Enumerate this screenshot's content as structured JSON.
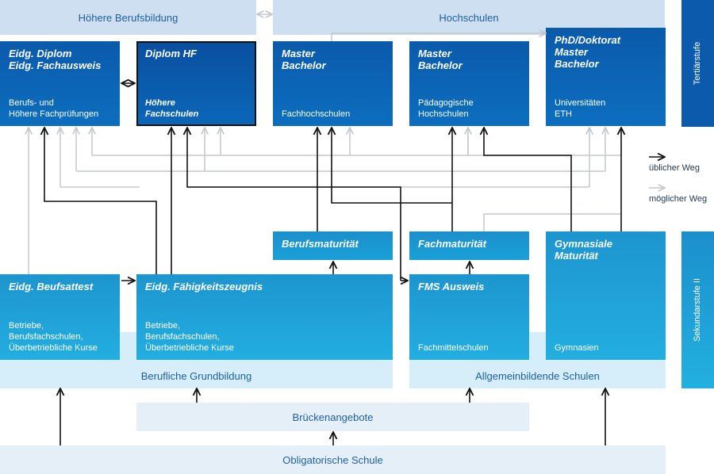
{
  "bands": {
    "hoehere_berufsbildung": "Höhere Berufsbildung",
    "hochschulen": "Hochschulen",
    "berufliche_grundbildung": "Berufliche Grundbildung",
    "allgemeinbildende_schulen": "Allgemeinbildende Schulen",
    "brueckenangebote": "Brückenangebote",
    "obligatorische_schule": "Obligatorische Schule"
  },
  "side_labels": {
    "tertiaerstufe": "Tertiärstufe",
    "sekundarstufe": "Sekundarstufe II"
  },
  "legend": {
    "ueblicher_weg": "üblicher Weg",
    "moeglicher_weg": "möglicher Weg"
  },
  "boxes": {
    "eidg_diplom": {
      "line1": "Eidg. Diplom",
      "line2": "Eidg. Fachausweis",
      "sub1": "Berufs- und",
      "sub2": "Höhere Fachprüfungen"
    },
    "diplom_hf": {
      "line1": "Diplom HF",
      "sub1": "Höhere",
      "sub2": "Fachschulen"
    },
    "fh": {
      "line1": "Master",
      "line2": "Bachelor",
      "sub1": "Fachhochschulen"
    },
    "ph": {
      "line1": "Master",
      "line2": "Bachelor",
      "sub1": "Pädagogische",
      "sub2": "Hochschulen"
    },
    "uni": {
      "line1": "PhD/Doktorat",
      "line2": "Master",
      "line3": "Bachelor",
      "sub1": "Universitäten",
      "sub2": "ETH"
    },
    "berufsmaturitaet": {
      "line1": "Berufsmaturität"
    },
    "fachmaturitaet": {
      "line1": "Fachmaturität"
    },
    "gymnasiale": {
      "line1": "Gymnasiale",
      "line2": "Maturität",
      "sub1": "Gymnasien"
    },
    "eba": {
      "line1": "Eidg. Beufsattest",
      "sub1": "Betriebe,",
      "sub2": "Berufsfachschulen,",
      "sub3": "Überbetriebliche Kurse"
    },
    "efz": {
      "line1": "Eidg. Fähigkeitszeugnis",
      "sub1": "Betriebe,",
      "sub2": "Berufsfachschulen,",
      "sub3": "Überbetriebliche Kurse"
    },
    "fms": {
      "line1": "FMS Ausweis",
      "sub1": "Fachmittelschulen"
    }
  },
  "colors": {
    "dark_blue": "#0b5aab",
    "mid_blue": "#1a9ad3",
    "light_band": "#d6eef9",
    "arrow_usual": "#111111",
    "arrow_possible": "#c4c8cc"
  }
}
